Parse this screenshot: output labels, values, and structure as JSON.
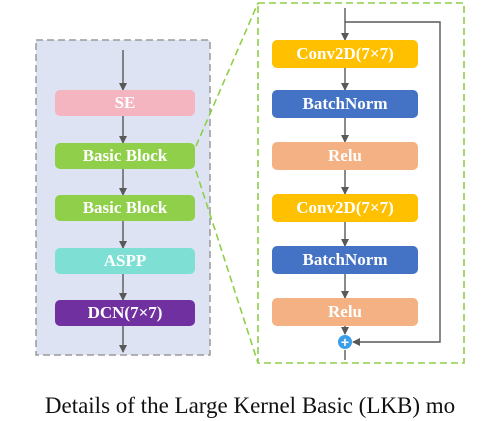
{
  "left_panel": {
    "blocks": [
      {
        "label": "SE",
        "color": "#f4b4c0"
      },
      {
        "label": "Basic Block",
        "color": "#8fcf4a"
      },
      {
        "label": "Basic Block",
        "color": "#8fcf4a"
      },
      {
        "label": "ASPP",
        "color": "#7ee0d4"
      },
      {
        "label": "DCN(7×7)",
        "color": "#7030a0"
      }
    ]
  },
  "right_panel": {
    "blocks": [
      {
        "label": "Conv2D(7×7)",
        "color": "#ffc000"
      },
      {
        "label": "BatchNorm",
        "color": "#4472c4"
      },
      {
        "label": "Relu",
        "color": "#f4b183"
      },
      {
        "label": "Conv2D(7×7)",
        "color": "#ffc000"
      },
      {
        "label": "BatchNorm",
        "color": "#4472c4"
      },
      {
        "label": "Relu",
        "color": "#f4b183"
      }
    ],
    "add_symbol": "+"
  },
  "caption": "Details of the Large Kernel Basic (LKB) mo",
  "colors": {
    "left_panel_bg": "#dde3f3",
    "left_panel_border": "#9a9a9a",
    "right_panel_border": "#8fcf4a",
    "arrow": "#595959",
    "add_circle": "#3b9ee8"
  }
}
